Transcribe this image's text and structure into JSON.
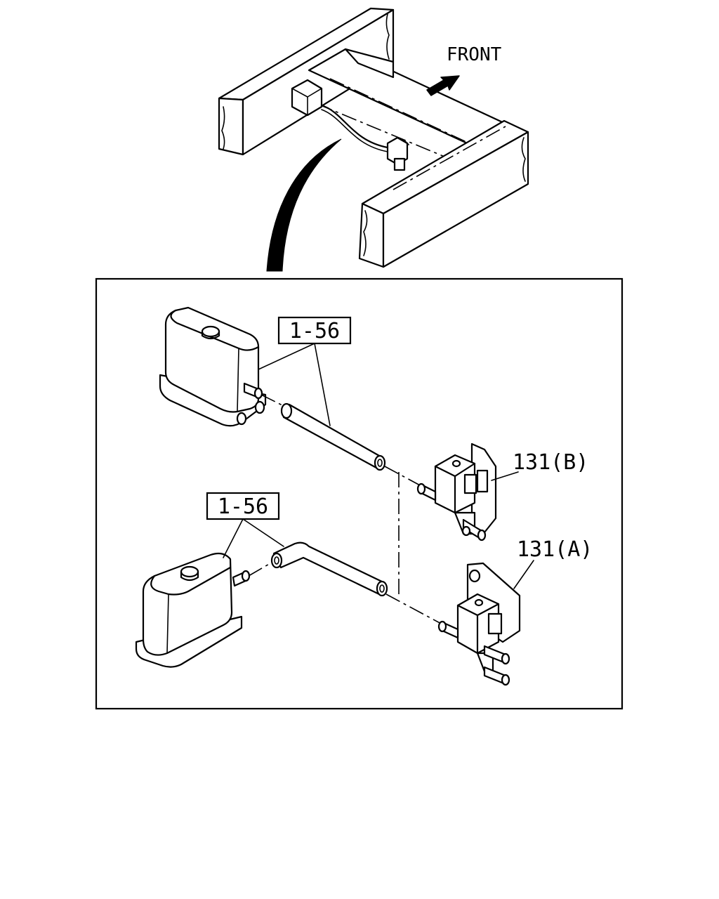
{
  "direction_label": "FRONT",
  "callouts": {
    "hose_upper": "1-56",
    "hose_lower": "1-56",
    "valve_upper": "131(B)",
    "valve_lower": "131(A)"
  }
}
